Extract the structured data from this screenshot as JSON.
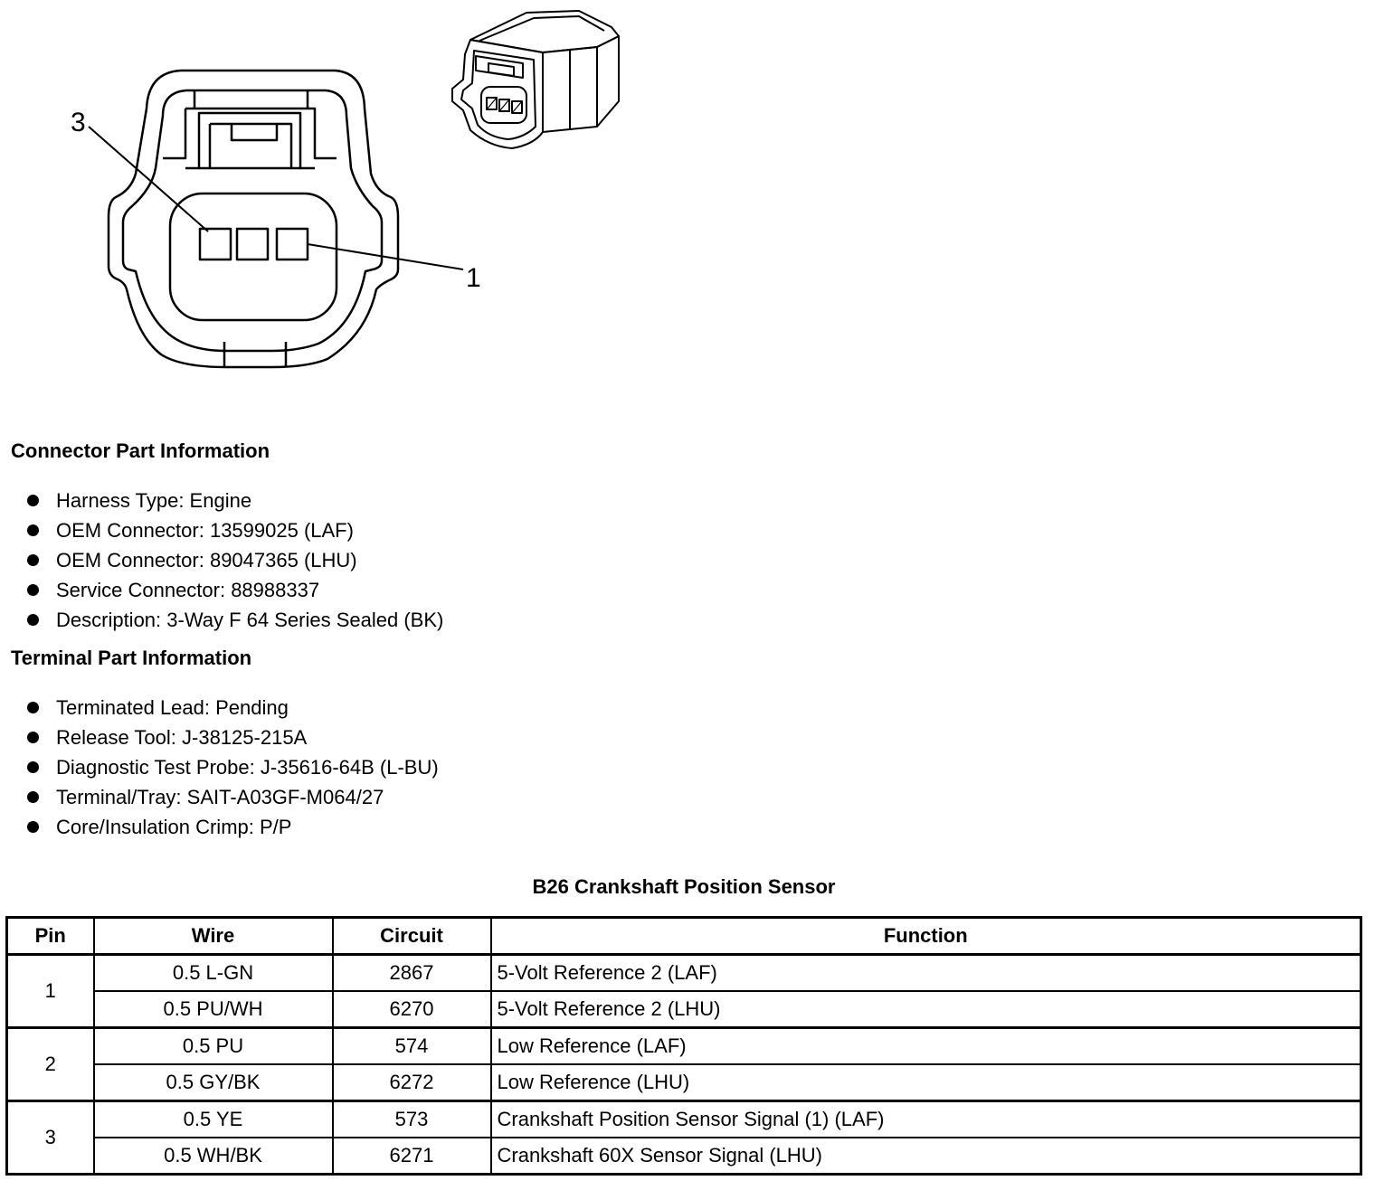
{
  "diagram": {
    "callouts": [
      "3",
      "1"
    ]
  },
  "connector_section": {
    "heading": "Connector Part Information",
    "items": [
      "Harness Type: Engine",
      "OEM Connector: 13599025 (LAF)",
      "OEM Connector: 89047365 (LHU)",
      "Service Connector: 88988337",
      "Description: 3-Way F 64 Series Sealed (BK)"
    ]
  },
  "terminal_section": {
    "heading": "Terminal Part Information",
    "items": [
      "Terminated Lead: Pending",
      "Release Tool: J-38125-215A",
      "Diagnostic Test Probe: J-35616-64B (L-BU)",
      "Terminal/Tray: SAIT-A03GF-M064/27",
      "Core/Insulation Crimp: P/P"
    ]
  },
  "pin_table": {
    "title": "B26 Crankshaft Position Sensor",
    "headers": [
      "Pin",
      "Wire",
      "Circuit",
      "Function"
    ],
    "groups": [
      {
        "pin": "1",
        "rows": [
          {
            "wire": "0.5 L-GN",
            "circuit": "2867",
            "function": "5-Volt Reference 2 (LAF)"
          },
          {
            "wire": "0.5 PU/WH",
            "circuit": "6270",
            "function": "5-Volt Reference 2 (LHU)"
          }
        ]
      },
      {
        "pin": "2",
        "rows": [
          {
            "wire": "0.5 PU",
            "circuit": "574",
            "function": "Low Reference (LAF)"
          },
          {
            "wire": "0.5 GY/BK",
            "circuit": "6272",
            "function": "Low Reference (LHU)"
          }
        ]
      },
      {
        "pin": "3",
        "rows": [
          {
            "wire": "0.5 YE",
            "circuit": "573",
            "function": "Crankshaft Position Sensor Signal (1) (LAF)"
          },
          {
            "wire": "0.5 WH/BK",
            "circuit": "6271",
            "function": "Crankshaft 60X Sensor Signal (LHU)"
          }
        ]
      }
    ]
  }
}
